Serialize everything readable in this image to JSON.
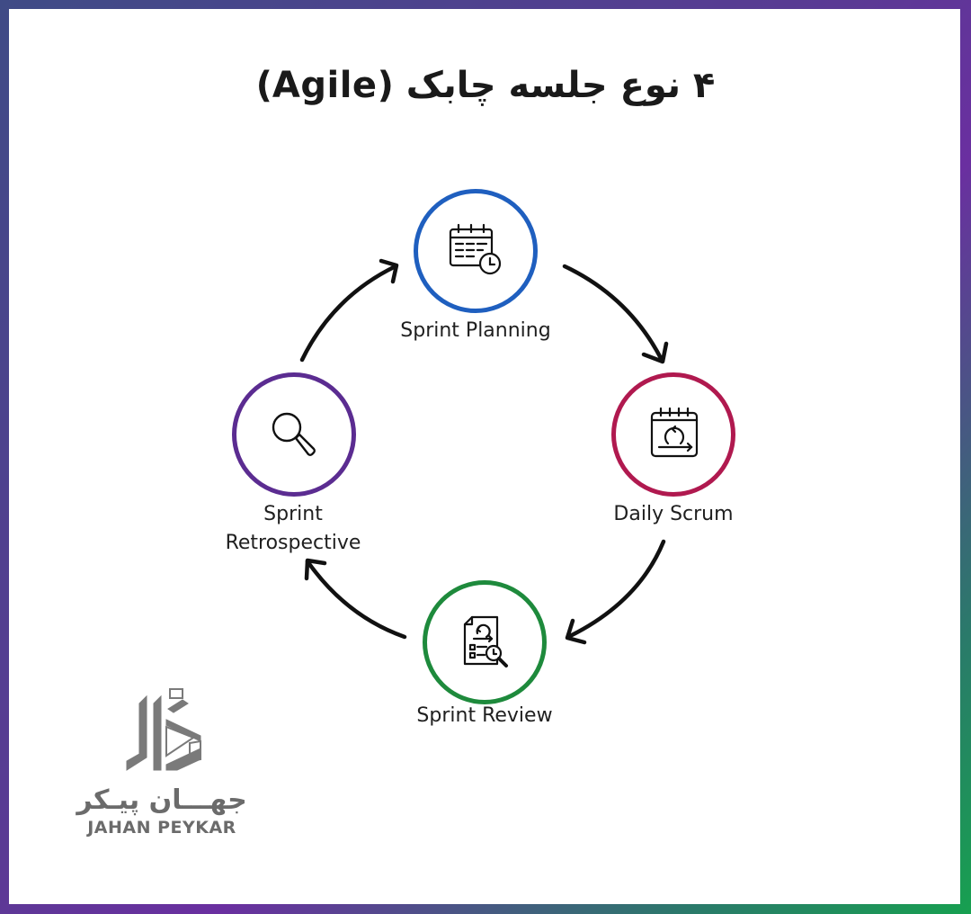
{
  "title": "۴ نوع جلسه چابک (Agile)",
  "colors": {
    "border_gradient": [
      "#3f4b86",
      "#6a2fa0",
      "#17a050"
    ],
    "planning": "#1f5fbf",
    "daily_scrum": "#b0194f",
    "review": "#1e8a3c",
    "retrospective": "#5b2c91",
    "arrow": "#111111",
    "logo": "#6b6b6b"
  },
  "nodes": [
    {
      "id": "planning",
      "label": "Sprint Planning",
      "icon": "calendar-clock-icon"
    },
    {
      "id": "daily_scrum",
      "label": "Daily Scrum",
      "icon": "calendar-cycle-icon"
    },
    {
      "id": "review",
      "label": "Sprint Review",
      "icon": "document-search-icon"
    },
    {
      "id": "retrospective",
      "label_line1": "Sprint",
      "label_line2": "Retrospective",
      "icon": "magnifier-icon"
    }
  ],
  "cycle_order": [
    "Sprint Planning",
    "Daily Scrum",
    "Sprint Review",
    "Sprint Retrospective"
  ],
  "logo": {
    "name_fa": "جهـــان پیـکر",
    "name_en": "JAHAN PEYKAR"
  }
}
